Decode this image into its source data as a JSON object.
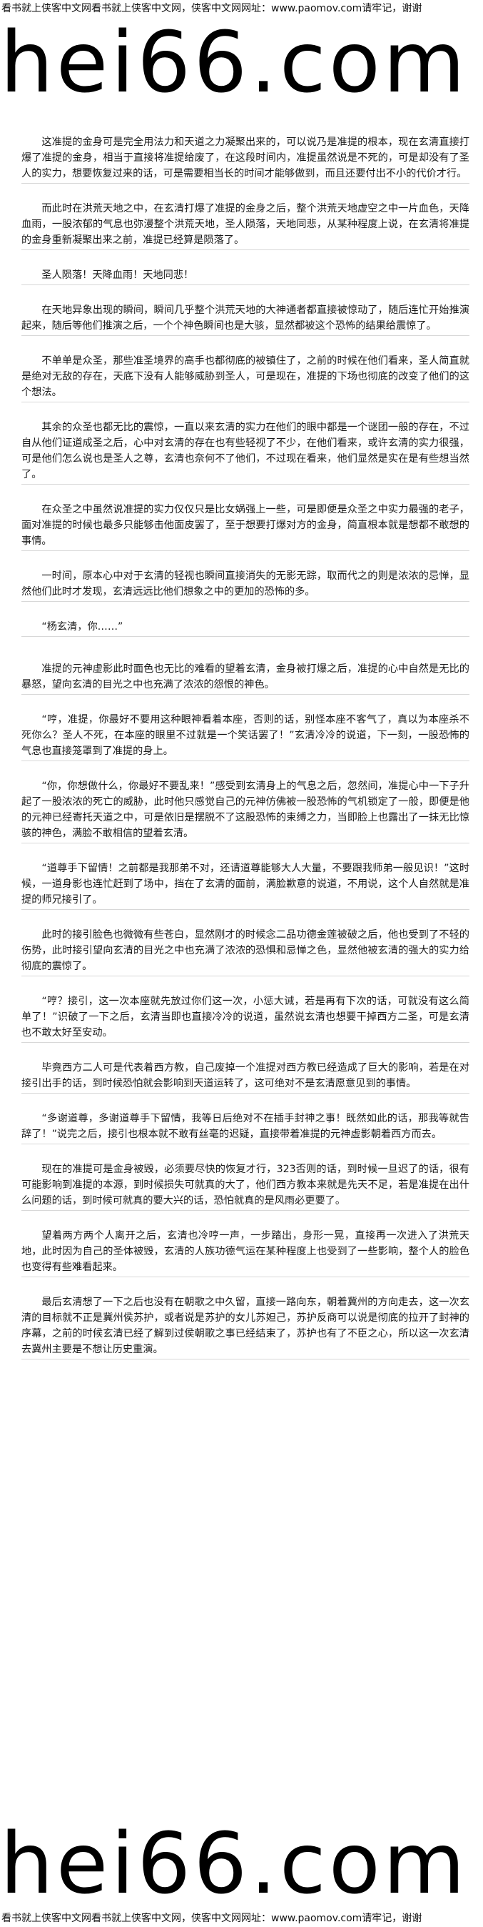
{
  "header": {
    "banner": "看书就上侠客中文网看书就上侠客中文网，侠客中文网网址：www.paomov.com请牢记，谢谢",
    "logo": "hei66.com"
  },
  "footer": {
    "banner": "看书就上侠客中文网看书就上侠客中文网，侠客中文网网址：www.paomov.com请牢记，谢谢",
    "logo": "hei66.com"
  },
  "paragraphs": [
    "这准提的金身可是完全用法力和天道之力凝聚出来的，可以说乃是准提的根本，现在玄清直接打爆了准提的金身，相当于直接将准提给废了，在这段时间内，准提虽然说是不死的，可是却没有了圣人的实力，想要恢复过来的话，可是需要相当长的时间才能够做到，而且还要付出不小的代价才行。",
    "而此时在洪荒天地之中，在玄清打爆了准提的金身之后，整个洪荒天地虚空之中一片血色，天降血雨，一股浓郁的气息也弥漫整个洪荒天地，圣人陨落，天地同悲，从某种程度上说，在玄清将准提的金身重新凝聚出来之前，准提已经算是陨落了。",
    "圣人陨落！天降血雨！天地同悲！",
    "在天地异象出现的瞬间，瞬间几乎整个洪荒天地的大神通者都直接被惊动了，随后连忙开始推演起来，随后等他们推演之后，一个个神色瞬间也是大骇，显然都被这个恐怖的结果给震惊了。",
    "不单单是众圣，那些准圣境界的高手也都彻底的被镇住了，之前的时候在他们看来，圣人简直就是绝对无敌的存在，天底下没有人能够威胁到圣人，可是现在，准提的下场也彻底的改变了他们的这个想法。",
    "其余的众圣也都无比的震惊，一直以来玄清的实力在他们的眼中都是一个谜团一般的存在，不过自从他们证道成圣之后，心中对玄清的存在也有些轻视了不少，在他们看来，或许玄清的实力很强，可是他们怎么说也是圣人之尊，玄清也奈何不了他们，不过现在看来，他们显然是实在是有些想当然了。",
    "在众圣之中虽然说准提的实力仅仅只是比女娲强上一些，可是即便是众圣之中实力最强的老子，面对准提的时候也最多只能够击他面皮罢了，至于想要打爆对方的金身，简直根本就是想都不敢想的事情。",
    "一时间，原本心中对于玄清的轻视也瞬间直接消失的无影无踪，取而代之的则是浓浓的忌惮，显然他们此时才发现，玄清远远比他们想象之中的更加的恐怖的多。",
    "“杨玄清，你……”",
    "准提的元神虚影此时面色也无比的难看的望着玄清，金身被打爆之后，准提的心中自然是无比的暴怒，望向玄清的目光之中也充满了浓浓的怨恨的神色。",
    "“哼，准提，你最好不要用这种眼神看着本座，否则的话，别怪本座不客气了，真以为本座杀不死你么？圣人不死，在本座的眼里不过就是一个笑话罢了！”玄清冷冷的说道，下一刻，一股恐怖的气息也直接笼罩到了准提的身上。",
    "“你，你想做什么，你最好不要乱来！”感受到玄清身上的气息之后，忽然间，准提心中一下子升起了一股浓浓的死亡的威胁，此时他只感觉自己的元神仿佛被一股恐怖的气机锁定了一般，即便是他的元神已经寄托天道之中，可是依旧是摆脱不了这股恐怖的束缚之力，当即脸上也露出了一抹无比惊骇的神色，满脸不敢相信的望着玄清。",
    "“道尊手下留情！之前都是我那弟不对，还请道尊能够大人大量，不要跟我师弟一般见识！”这时候，一道身影也连忙赶到了场中，挡在了玄清的面前，满脸歉意的说道，不用说，这个人自然就是准提的师兄接引了。",
    "此时的接引脸色也微微有些苍白，显然刚才的时候念二品功德金莲被破之后，他也受到了不轻的伤势，此时接引望向玄清的目光之中也充满了浓浓的恐惧和忌惮之色，显然他被玄清的强大的实力给彻底的震惊了。",
    "“哼？接引，这一次本座就先放过你们这一次，小惩大诫，若是再有下次的话，可就没有这么简单了！”识破了一下之后，玄清当即也直接冷冷的说道，虽然说玄清也想要干掉西方二圣，可是玄清也不敢太好至安动。",
    "毕竟西方二人可是代表着西方教，自己废掉一个准提对西方教已经造成了巨大的影响，若是在对接引出手的话，到时候恐怕就会影响到天道运转了，这可绝对不是玄清愿意见到的事情。",
    "“多谢道尊，多谢道尊手下留情，我等日后绝对不在插手封神之事！既然如此的话，那我等就告辞了！”说完之后，接引也根本就不敢有丝毫的迟疑，直接带着准提的元神虚影朝着西方而去。",
    "现在的准提可是金身被毁，必须要尽快的恢复才行，323否则的话，到时候一旦迟了的话，很有可能影响到准提的本源，到时候损失可就真的大了，他们西方教本来就是先天不足，若是准提在出什么问题的话，到时候可就真的要大兴的话，恐怕就真的是风雨必更要了。",
    "望着两方两个人离开之后，玄清也冷哼一声，一步踏出，身形一晃，直接再一次进入了洪荒天地，此时因为自己的圣体被毁，玄清的人族功德气运在某种程度上也受到了一些影响，整个人的脸色也变得有些难看起来。",
    "最后玄清想了一下之后也没有在朝歌之中久留，直接一路向东，朝着冀州的方向走去，这一次玄清的目标就不正是冀州侯苏护，或者说是苏护的女儿苏妲己，苏护反商可以说是彻底的拉开了封神的序幕，之前的时候玄清已经了解到过侯朝歌之事已经结束了，苏护也有了不臣之心，所以这一次玄清去冀州主要是不想让历史重演。"
  ]
}
